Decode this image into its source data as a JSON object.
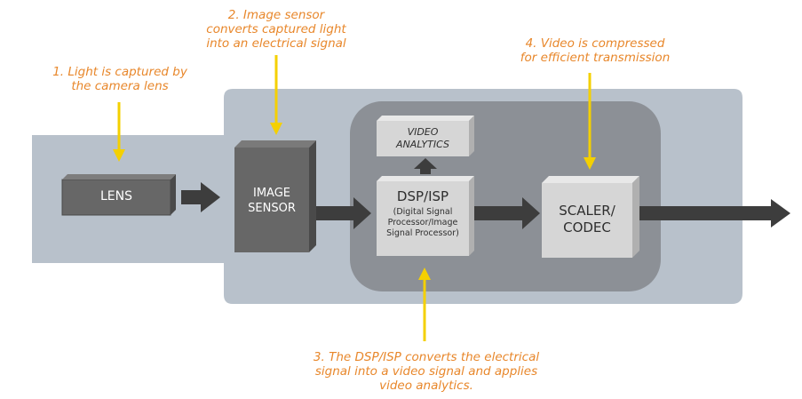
{
  "annotations": {
    "step1": [
      "1. Light is captured by",
      "the camera lens"
    ],
    "step2": [
      "2. Image sensor",
      "converts captured light",
      "into an electrical signal"
    ],
    "step3": [
      "3. The DSP/ISP converts the electrical",
      "signal into a video signal and applies",
      "video analytics."
    ],
    "step4": [
      "4. Video is compressed",
      "for efficient transmission"
    ]
  },
  "blocks": {
    "lens": "LENS",
    "image_sensor": [
      "IMAGE",
      "SENSOR"
    ],
    "video_analytics": [
      "VIDEO",
      "ANALYTICS"
    ],
    "dsp_isp": "DSP/ISP",
    "dsp_isp_sub": [
      "(Digital Signal",
      "Processor/Image",
      "Signal Processor)"
    ],
    "scaler_codec": [
      "SCALER/",
      "CODEC"
    ]
  },
  "colors": {
    "annotation_text": "#e8872b",
    "callout_arrow": "#f4d000",
    "camera_body": "#b8c1cb",
    "processing_area": "#8c9096",
    "flow_arrow": "#3d3d3d"
  }
}
